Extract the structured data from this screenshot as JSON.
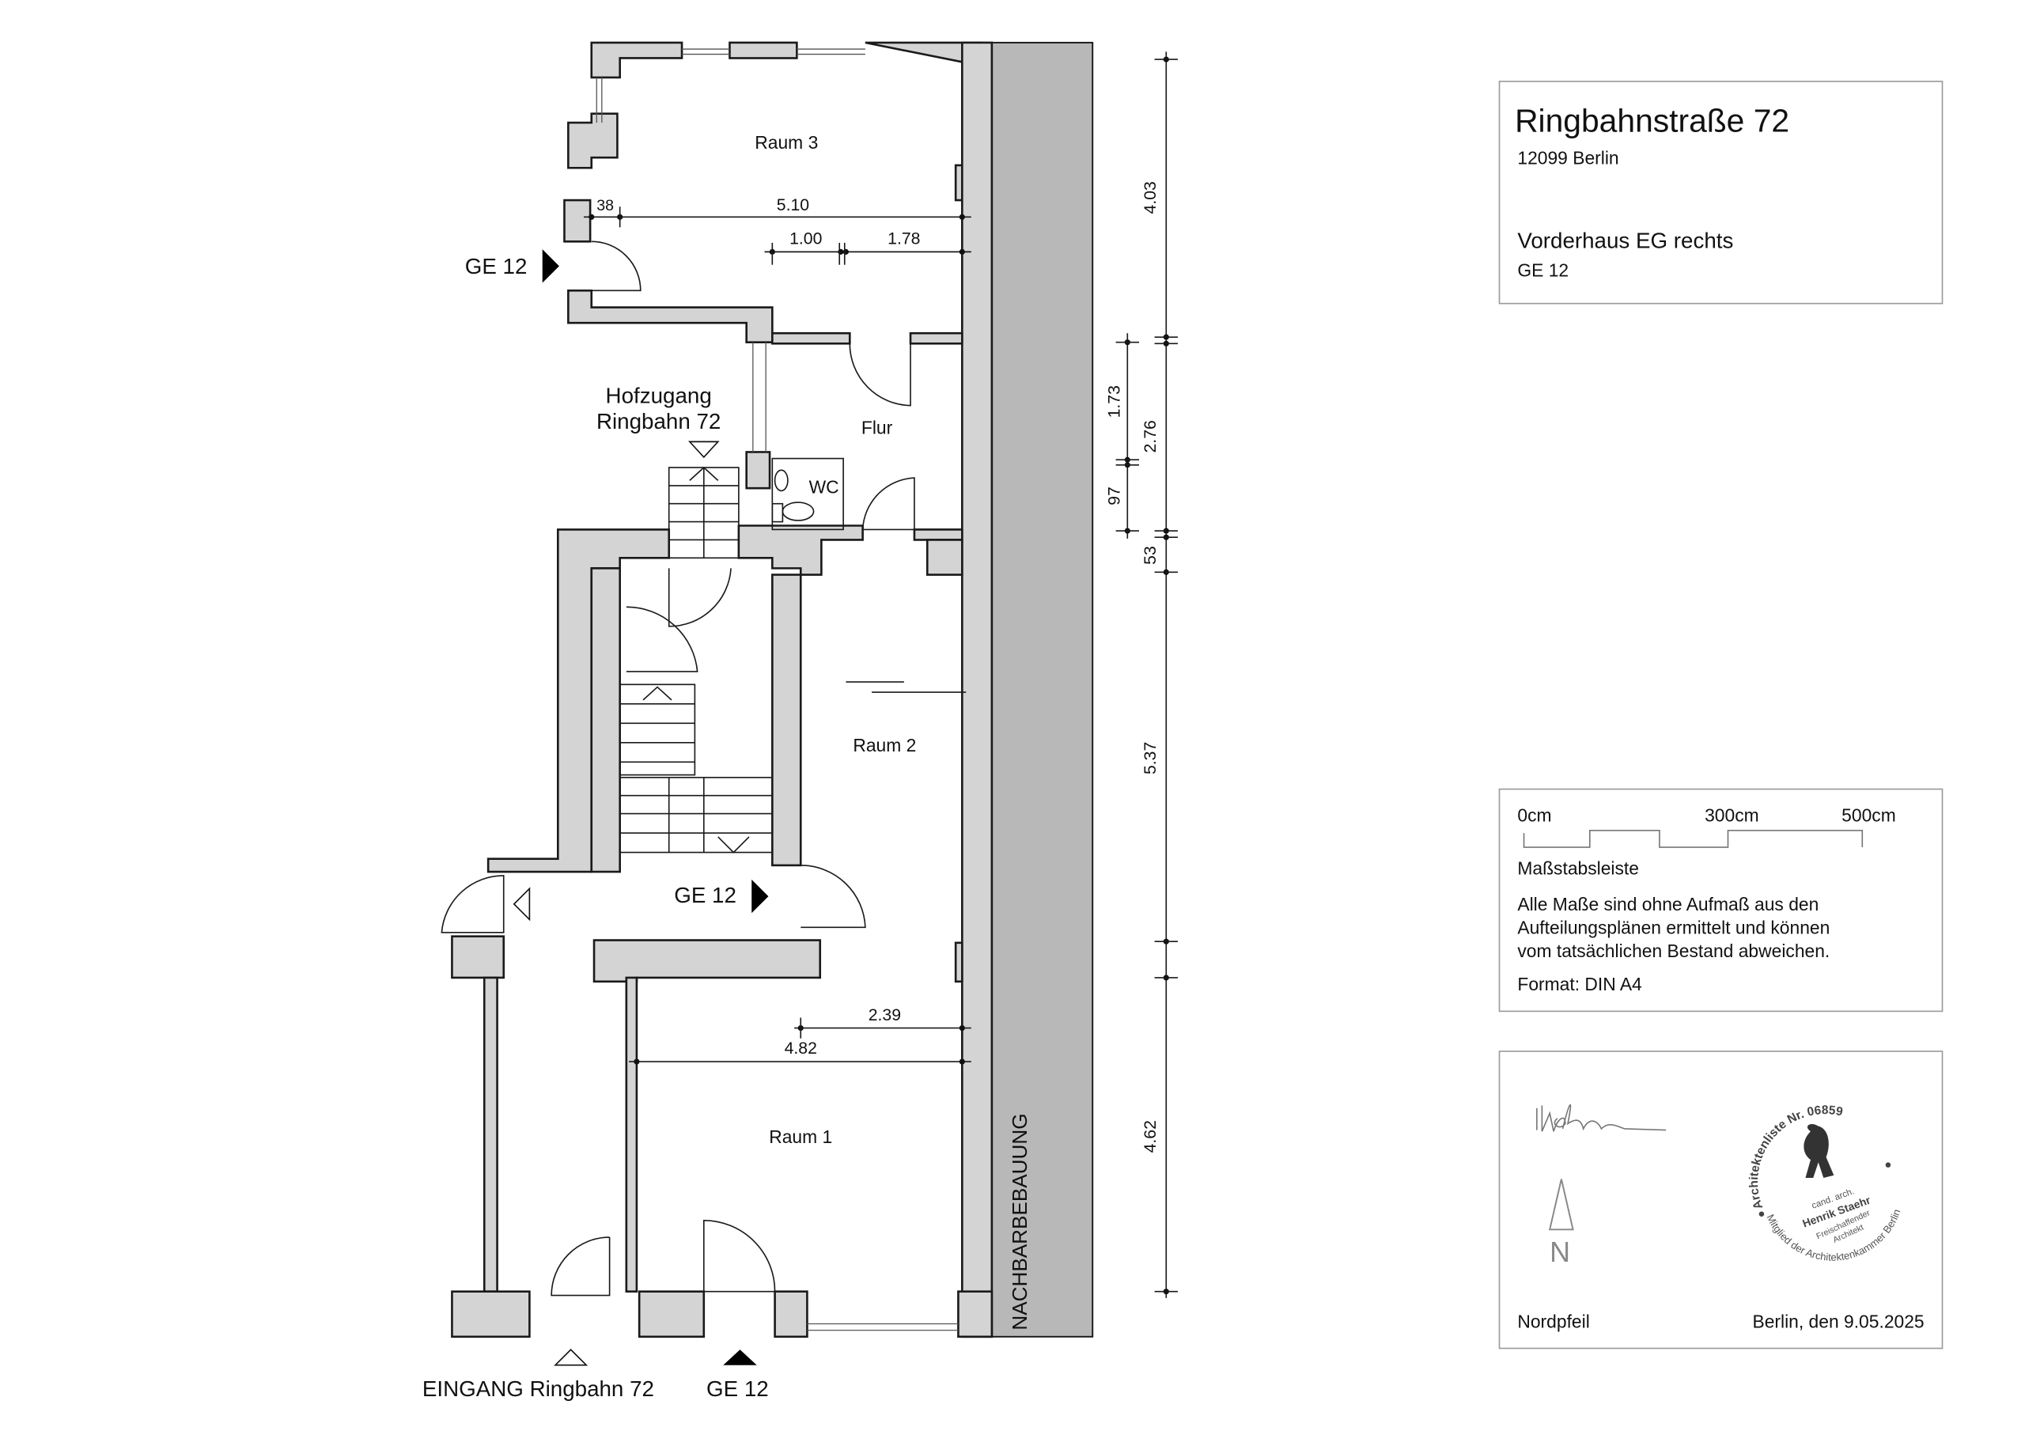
{
  "plan": {
    "rooms": {
      "raum3": "Raum 3",
      "flur": "Flur",
      "wc": "WC",
      "raum2": "Raum 2",
      "raum1": "Raum 1"
    },
    "labels": {
      "ge12_top": "GE 12",
      "ge12_mid": "GE 12",
      "ge12_bottom": "GE 12",
      "hofzugang_line1": "Hofzugang",
      "hofzugang_line2": "Ringbahn 72",
      "eingang": "EINGANG Ringbahn 72",
      "nachbarbebauung": "NACHBARBEBAUUNG"
    },
    "dimensions": {
      "d38": "38",
      "d510": "5.10",
      "d100": "1.00",
      "d178": "1.78",
      "d239": "2.39",
      "d482": "4.82",
      "v403": "4.03",
      "v173": "1.73",
      "v276": "2.76",
      "v97": "97",
      "v53": "53",
      "v537": "5.37",
      "v462": "4.62"
    }
  },
  "title_block": {
    "street": "Ringbahnstraße 72",
    "city": "12099 Berlin",
    "unit": "Vorderhaus EG rechts",
    "unit_code": "GE 12"
  },
  "scale_block": {
    "tick_0": "0cm",
    "tick_300": "300cm",
    "tick_500": "500cm",
    "scale_label": "Maßstabsleiste",
    "note_line1": "Alle Maße sind ohne Aufmaß aus den",
    "note_line2": "Aufteilungsplänen ermittelt und können",
    "note_line3": "vom tatsächlichen Bestand abweichen.",
    "format": "Format: DIN A4"
  },
  "sign_block": {
    "north_letter": "N",
    "north_label": "Nordpfeil",
    "date": "Berlin, den 9.05.2025",
    "stamp": {
      "top": "Architektenliste Nr. 06859",
      "bottom": "Mitglied der Architektenkammer Berlin",
      "line1": "cand. arch.",
      "line2": "Henrik Staehr",
      "line3": "Freischaffender",
      "line4": "Architekt"
    }
  }
}
